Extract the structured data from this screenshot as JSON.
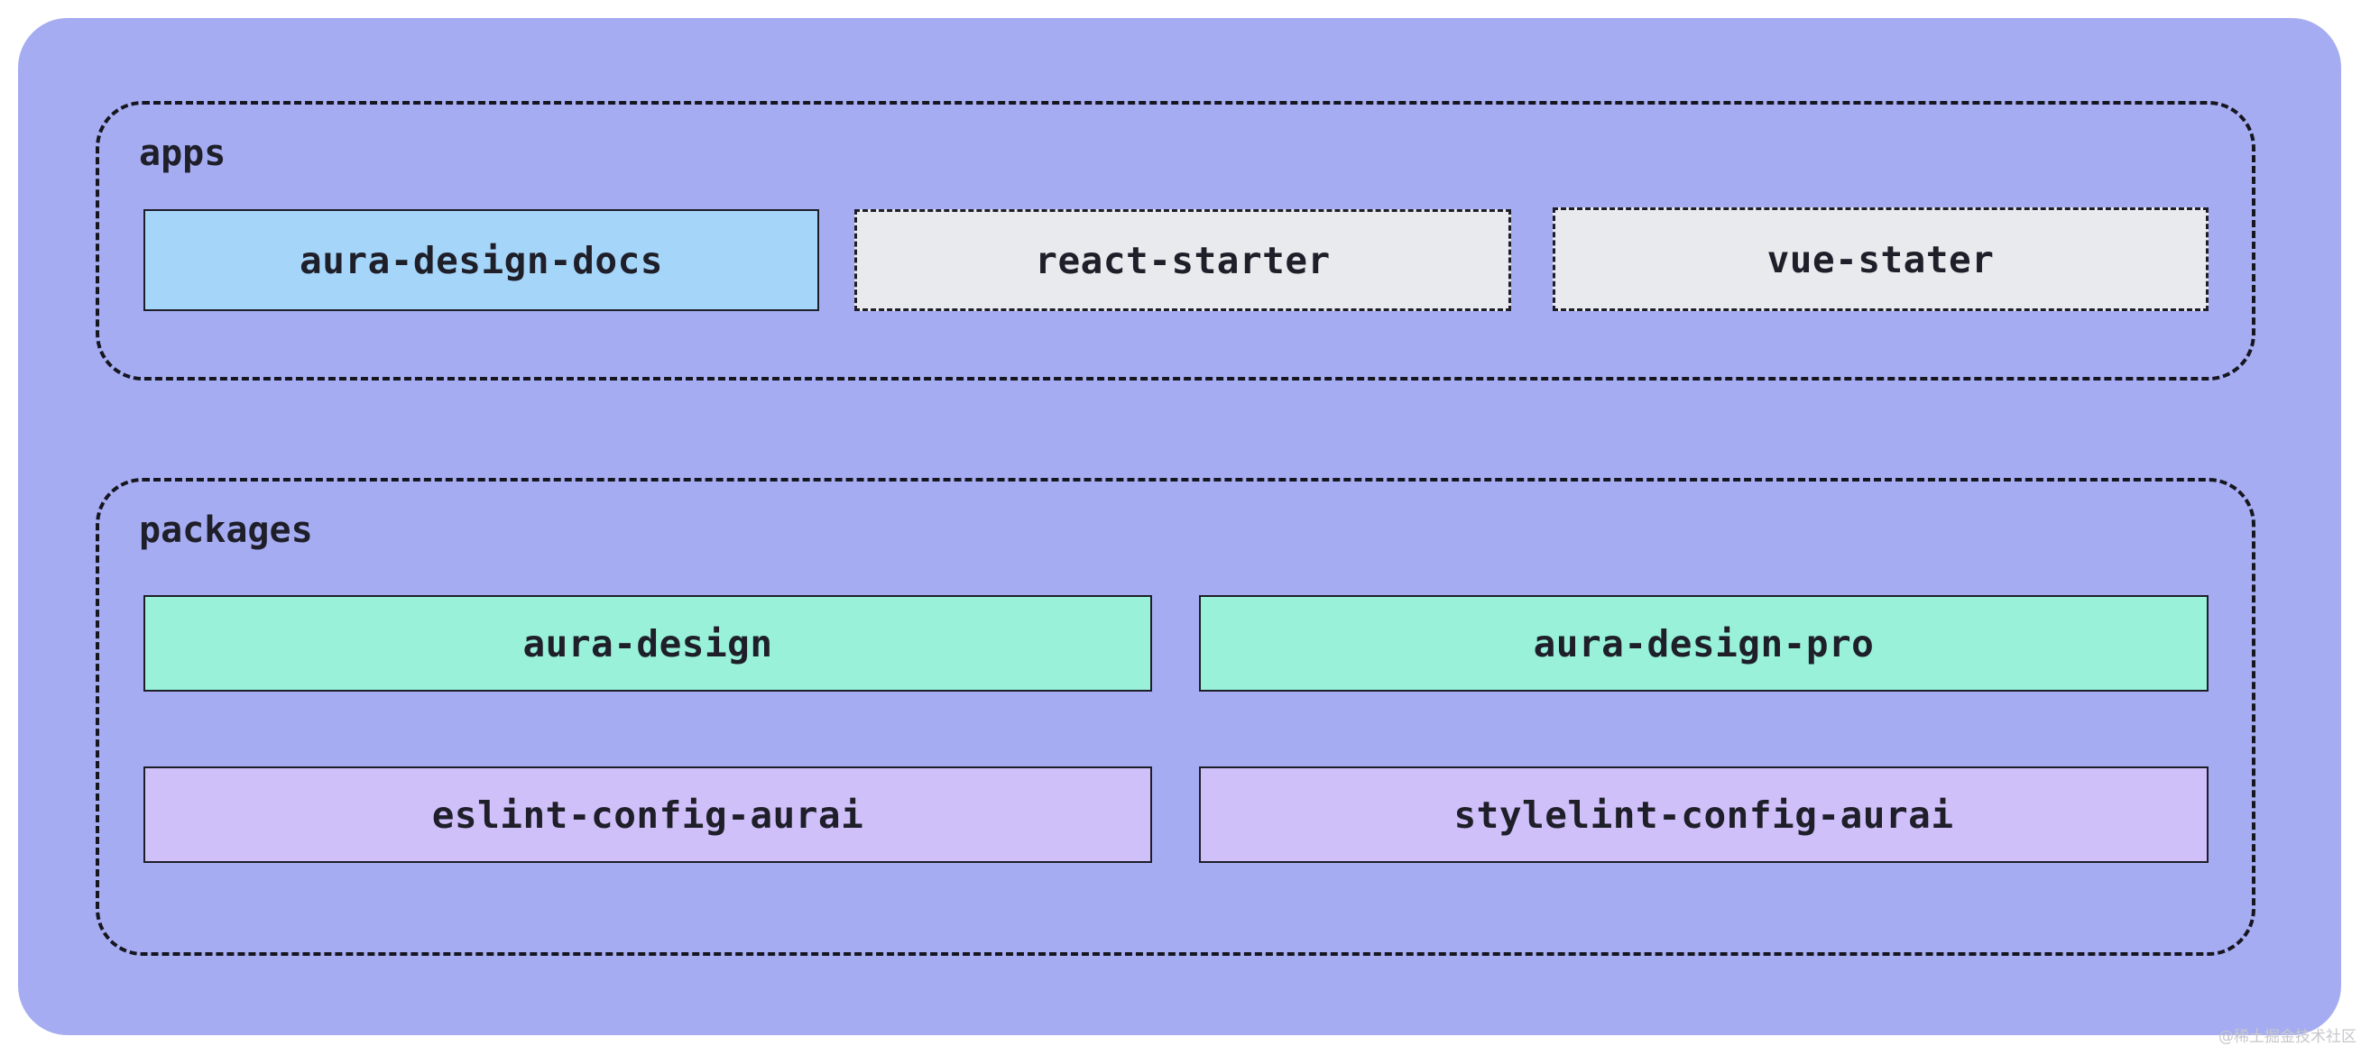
{
  "colors": {
    "canvas": "#a5acf1",
    "docs_app": "#a5d6fa",
    "starter_app": "#e9eaee",
    "design_package": "#98f1d8",
    "config_package": "#d0c0fa",
    "border": "#1e1e28"
  },
  "groups": {
    "apps": {
      "label": "apps",
      "items": [
        {
          "label": "aura-design-docs",
          "style": "solid",
          "fill": "#a5d6fa"
        },
        {
          "label": "react-starter",
          "style": "dashed",
          "fill": "#e9eaee"
        },
        {
          "label": "vue-stater",
          "style": "dashed",
          "fill": "#e9eaee"
        }
      ]
    },
    "packages": {
      "label": "packages",
      "items": [
        {
          "label": "aura-design",
          "style": "solid",
          "fill": "#98f1d8"
        },
        {
          "label": "aura-design-pro",
          "style": "solid",
          "fill": "#98f1d8"
        },
        {
          "label": "eslint-config-aurai",
          "style": "solid",
          "fill": "#d0c0fa"
        },
        {
          "label": "stylelint-config-aurai",
          "style": "solid",
          "fill": "#d0c0fa"
        }
      ]
    }
  },
  "watermark": "@稀土掘金技术社区"
}
